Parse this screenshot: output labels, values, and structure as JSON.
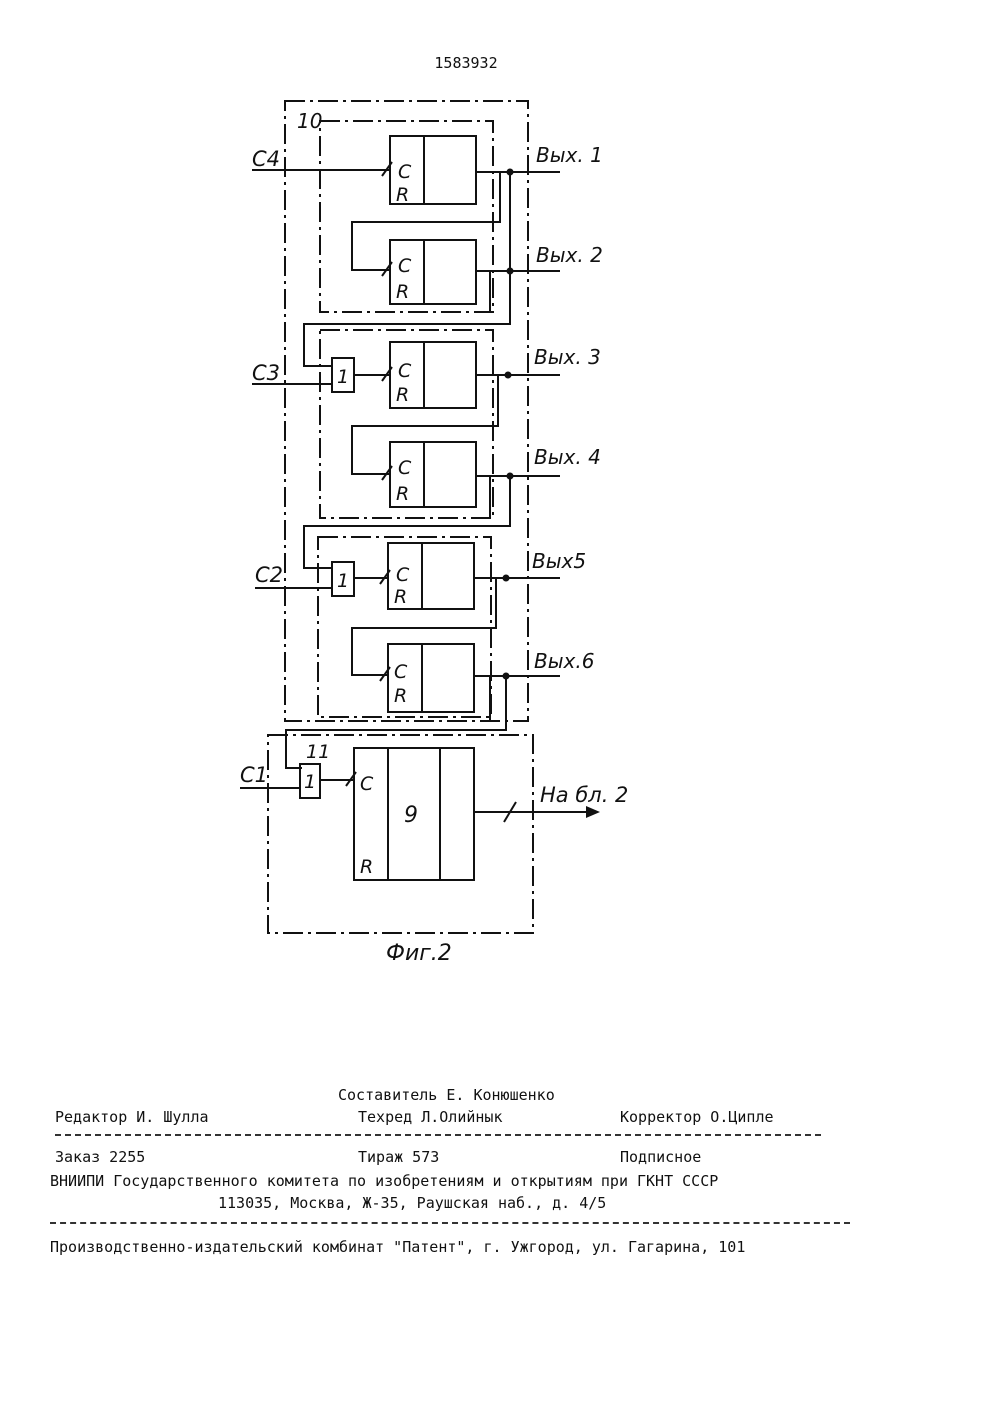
{
  "header": {
    "patent_number": "1583932"
  },
  "diagram": {
    "labels": {
      "block_10": "10",
      "block_11": "11",
      "block_9": "9",
      "in_c4": "C4",
      "in_c3": "C3",
      "in_c2": "C2",
      "in_c1": "C1",
      "out1": "Вых. 1",
      "out2": "Вых. 2",
      "out3": "Вых. 3",
      "out4": "Вых. 4",
      "out5": "Вых5",
      "out6": "Вых.6",
      "to_block": "На бл. 2",
      "pin_c": "C",
      "pin_r": "R",
      "or_gate": "1",
      "caption": "Фиг.2"
    }
  },
  "imprint": {
    "compiler": "Составитель  Е. Конюшенко",
    "editor": "Редактор И. Шулла",
    "techred": "Техред Л.Олийнык",
    "corrector": "Корректор О.Ципле",
    "order": "Заказ 2255",
    "circulation": "Тираж 573",
    "subscription": "Подписное",
    "institute": "ВНИИПИ Государственного комитета по изобретениям и открытиям при ГКНТ СССР",
    "address": "113035, Москва, Ж-35, Раушская наб., д. 4/5",
    "publisher": "Производственно-издательский комбинат \"Патент\", г. Ужгород, ул. Гагарина, 101"
  }
}
